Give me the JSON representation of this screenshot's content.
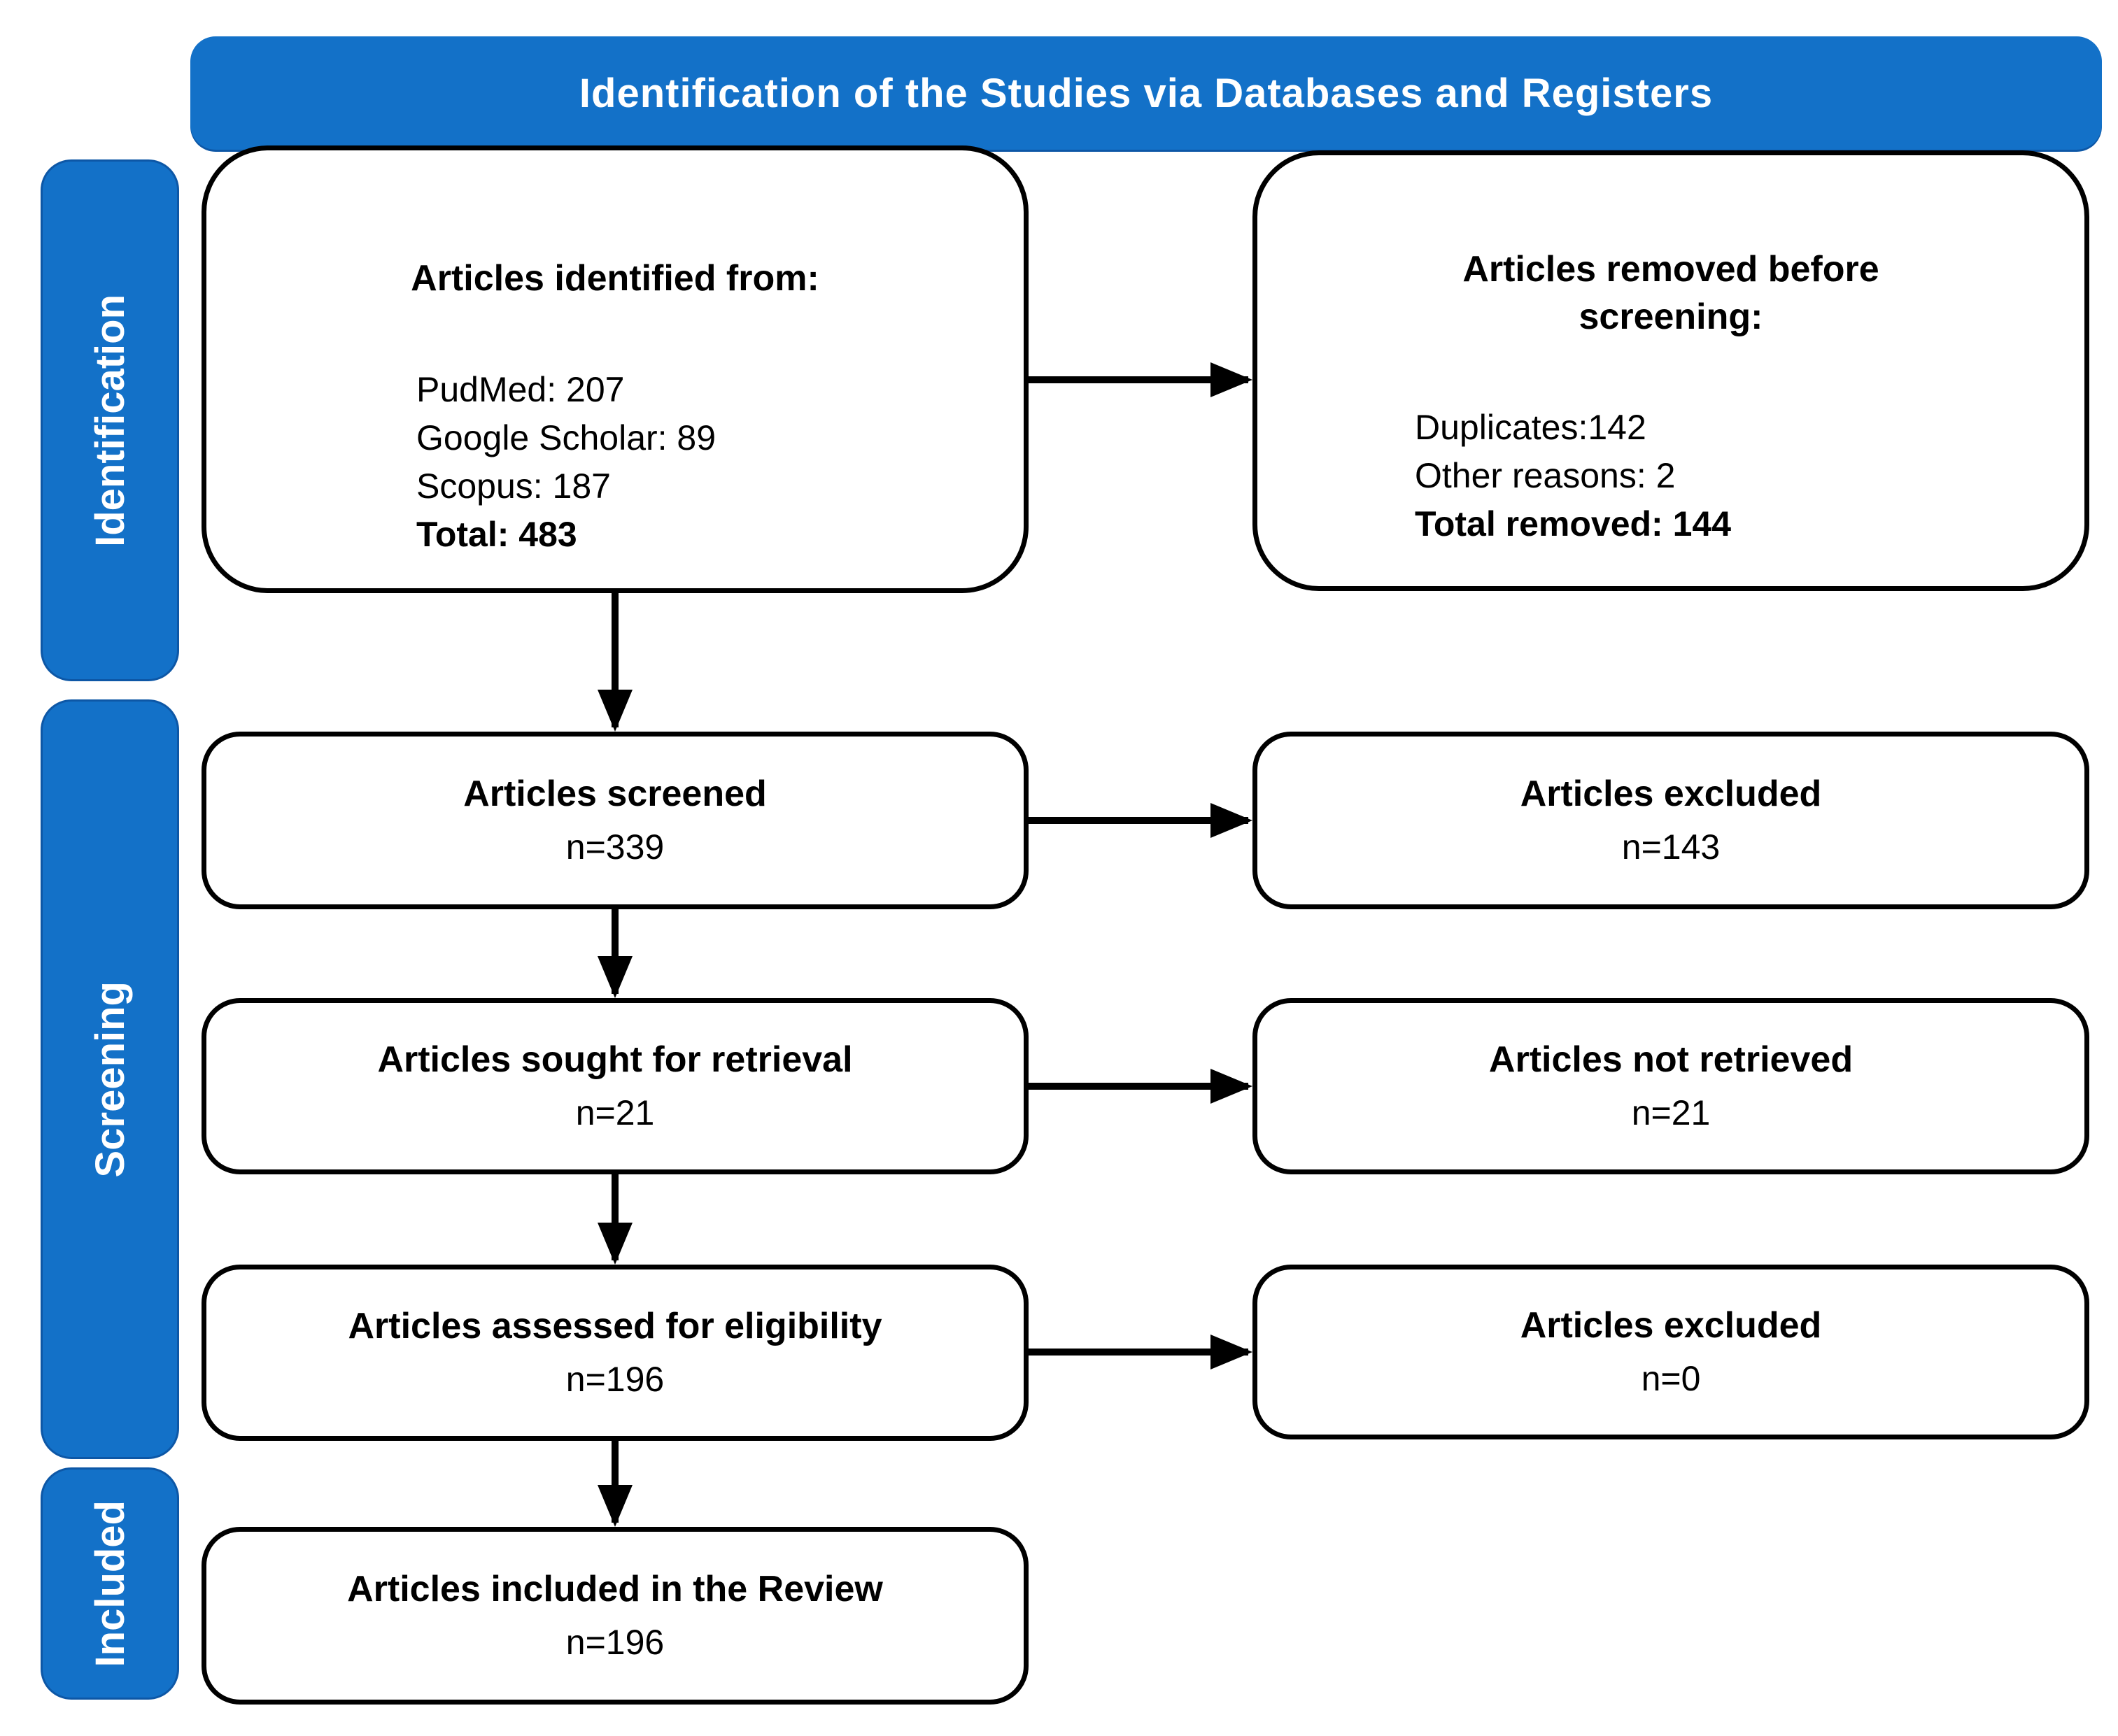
{
  "colors": {
    "accent_blue": "#1371C8",
    "accent_blue_edge": "#0D57A6",
    "box_border": "#000000",
    "background": "#FFFFFF",
    "text_on_blue": "#FFFFFF",
    "text": "#000000"
  },
  "header": {
    "title": "Identification of the Studies via Databases and Registers"
  },
  "sidebar": {
    "sections": [
      {
        "label": "Identification"
      },
      {
        "label": "Screening"
      },
      {
        "label": "Included"
      }
    ]
  },
  "flow": {
    "identified": {
      "title": "Articles identified from:",
      "items": [
        "PudMed: 207",
        "Google Scholar: 89",
        "Scopus: 187"
      ],
      "total": "Total: 483"
    },
    "removed": {
      "title": "Articles removed before screening:",
      "items": [
        "Duplicates:142",
        "Other reasons: 2"
      ],
      "total": "Total removed: 144"
    },
    "screened": {
      "title": "Articles screened",
      "count": "n=339"
    },
    "excluded_screening": {
      "title": "Articles excluded",
      "count": "n=143"
    },
    "sought": {
      "title": "Articles sought for retrieval",
      "count": "n=21"
    },
    "not_retrieved": {
      "title": "Articles not retrieved",
      "count": "n=21"
    },
    "assessed": {
      "title": "Articles assessed for eligibility",
      "count": "n=196"
    },
    "excluded_eligibility": {
      "title": "Articles excluded",
      "count": "n=0"
    },
    "included": {
      "title": "Articles included in the Review",
      "count": "n=196"
    }
  }
}
